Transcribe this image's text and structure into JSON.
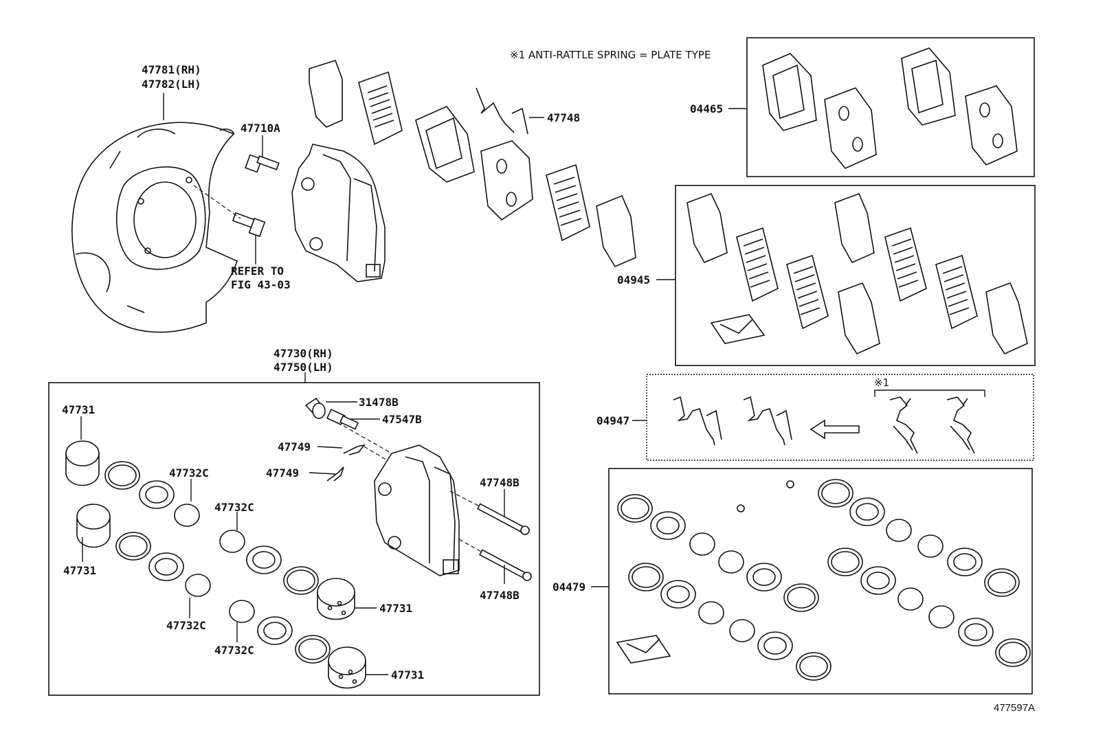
{
  "note": "※1 ANTI-RATTLE SPRING = PLATE TYPE",
  "figure_id": "477597A",
  "refer": {
    "line1": "REFER TO",
    "line2": "FIG 43-03"
  },
  "marker": "※1",
  "labels": {
    "shield_rh": "47781(RH)",
    "shield_lh": "47782(LH)",
    "bolt": "47710A",
    "spring_top": "47748",
    "caliper_rh": "47730(RH)",
    "caliper_lh": "47750(LH)",
    "piston_a": "47731",
    "piston_b": "47731",
    "piston_c": "47731",
    "piston_d": "47731",
    "ring_a": "47732C",
    "ring_b": "47732C",
    "ring_c": "47732C",
    "ring_d": "47732C",
    "cap": "31478B",
    "bleeder": "47547B",
    "clip_a": "47749",
    "clip_b": "47749",
    "pin_a": "47748B",
    "pin_b": "47748B",
    "kit_pads": "04465",
    "kit_shims": "04945",
    "kit_springs": "04947",
    "kit_seals": "04479"
  }
}
